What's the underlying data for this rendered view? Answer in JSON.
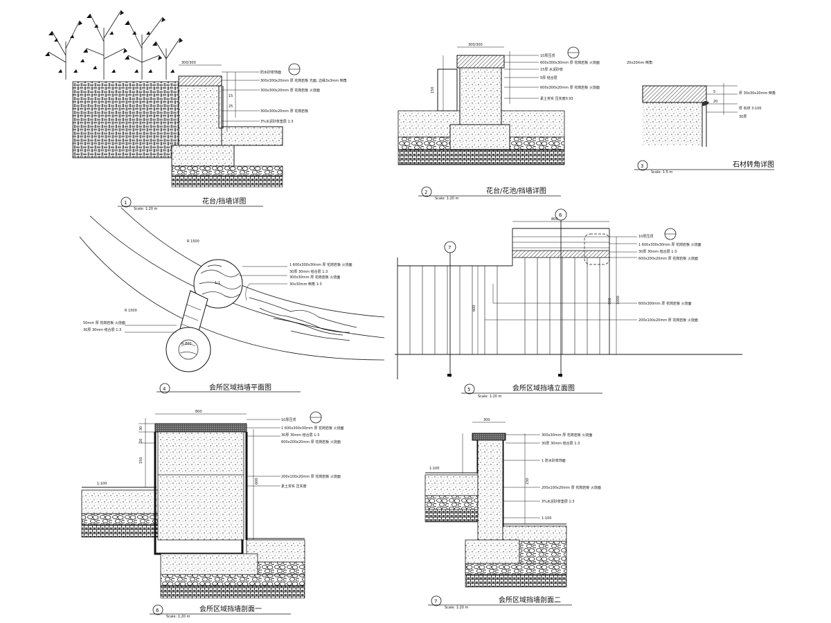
{
  "details": [
    {
      "id": "d1",
      "index": "1",
      "title": "花台/挡墙详图",
      "scale": "Scale: 1:20 m",
      "dims": [
        "300/300",
        "15",
        "25"
      ],
      "notes": [
        "防水砂浆饰面",
        "300x300x20mm 厚 花岗岩板 光面, 边缘3x3mm 倒角",
        "300x300x20mm 厚 花岗岩板 火烧面",
        "300x300x20mm 厚 花岗岩板",
        "3%水泥砂浆垫层 1:3"
      ]
    },
    {
      "id": "d2",
      "index": "2",
      "title": "花台/花池/挡墙详图",
      "scale": "Scale: 1:20 m",
      "dims": [
        "300/300",
        "150"
      ],
      "notes": [
        "10厚压顶",
        "600x300x30mm 厚 花岗岩板 火烧面",
        "15厚 水泥砂浆",
        "5厚 结合层",
        "600x300x20mm 厚 花岗岩板 火烧面",
        "素土夯实 压实度0.93"
      ]
    },
    {
      "id": "d3",
      "index": "3",
      "title": "石材转角详图",
      "scale": "Scale: 1:5 m",
      "dims": [
        "5",
        "20"
      ],
      "notes": [
        "厚 30x30x20mm 倒角",
        "厚 石材 3:100",
        "30厚"
      ],
      "side_note": "20x20mm 倒角"
    },
    {
      "id": "d4",
      "index": "4",
      "title": "会所区域挡墙平面图",
      "scale": "",
      "dims": [
        "R 1500",
        "R 1500",
        "1-1",
        "R 800"
      ],
      "notes": [
        "1 600x300x30mm 厚 花岗岩板 火烧面",
        "30厚 30mm 结合层 1:3",
        "300x30mm 厚 花岗岩板 火烧面",
        "30x30mm 倒角 1:3",
        "50mm 厚 花岗岩板 火烧面",
        "30厚 30mm 结合层 1:3"
      ]
    },
    {
      "id": "d5",
      "index": "5",
      "title": "会所区域挡墙立面图",
      "scale": "Scale: 1:20 m",
      "dims": [
        "800",
        "1000",
        "600",
        "150"
      ],
      "markers": [
        "7",
        "6",
        "5"
      ],
      "notes": [
        "10厚压顶",
        "1 600x300x30mm 厚 花岗岩板 火烧面",
        "30厚 30mm 结合层 1:3",
        "600x200x20mm 厚 花岗岩板 火烧面",
        "600x300mm 厚 花岗岩板 火烧面",
        "200x100x20mm 厚 花岗岩板 火烧面"
      ]
    },
    {
      "id": "d6",
      "index": "6",
      "title": "会所区域挡墙剖面一",
      "scale": "Scale: 1:20 m",
      "dims": [
        "800",
        "30",
        "20",
        "150",
        "600",
        "1:100"
      ],
      "notes": [
        "10厚压顶",
        "1 600x300x30mm 厚 花岗岩板 火烧面",
        "30厚 30mm 结合层 1:3",
        "600x200x20mm 厚 花岗岩板 火烧面",
        "200x100x20mm 厚 花岗岩板 火烧面",
        "素土夯实 压实度"
      ]
    },
    {
      "id": "d7",
      "index": "7",
      "title": "会所区域挡墙剖面二",
      "scale": "Scale: 1:20 m",
      "dims": [
        "300",
        "1:100",
        "230"
      ],
      "notes": [
        "300x30mm 厚 花岗岩板 火烧面",
        "30厚 30mm 结合层 1:3",
        "1 防水砂浆饰面",
        "200x100x20mm 厚 花岗岩板 火烧面",
        "3%水泥砂浆垫层 1:3",
        "1:100"
      ]
    }
  ]
}
